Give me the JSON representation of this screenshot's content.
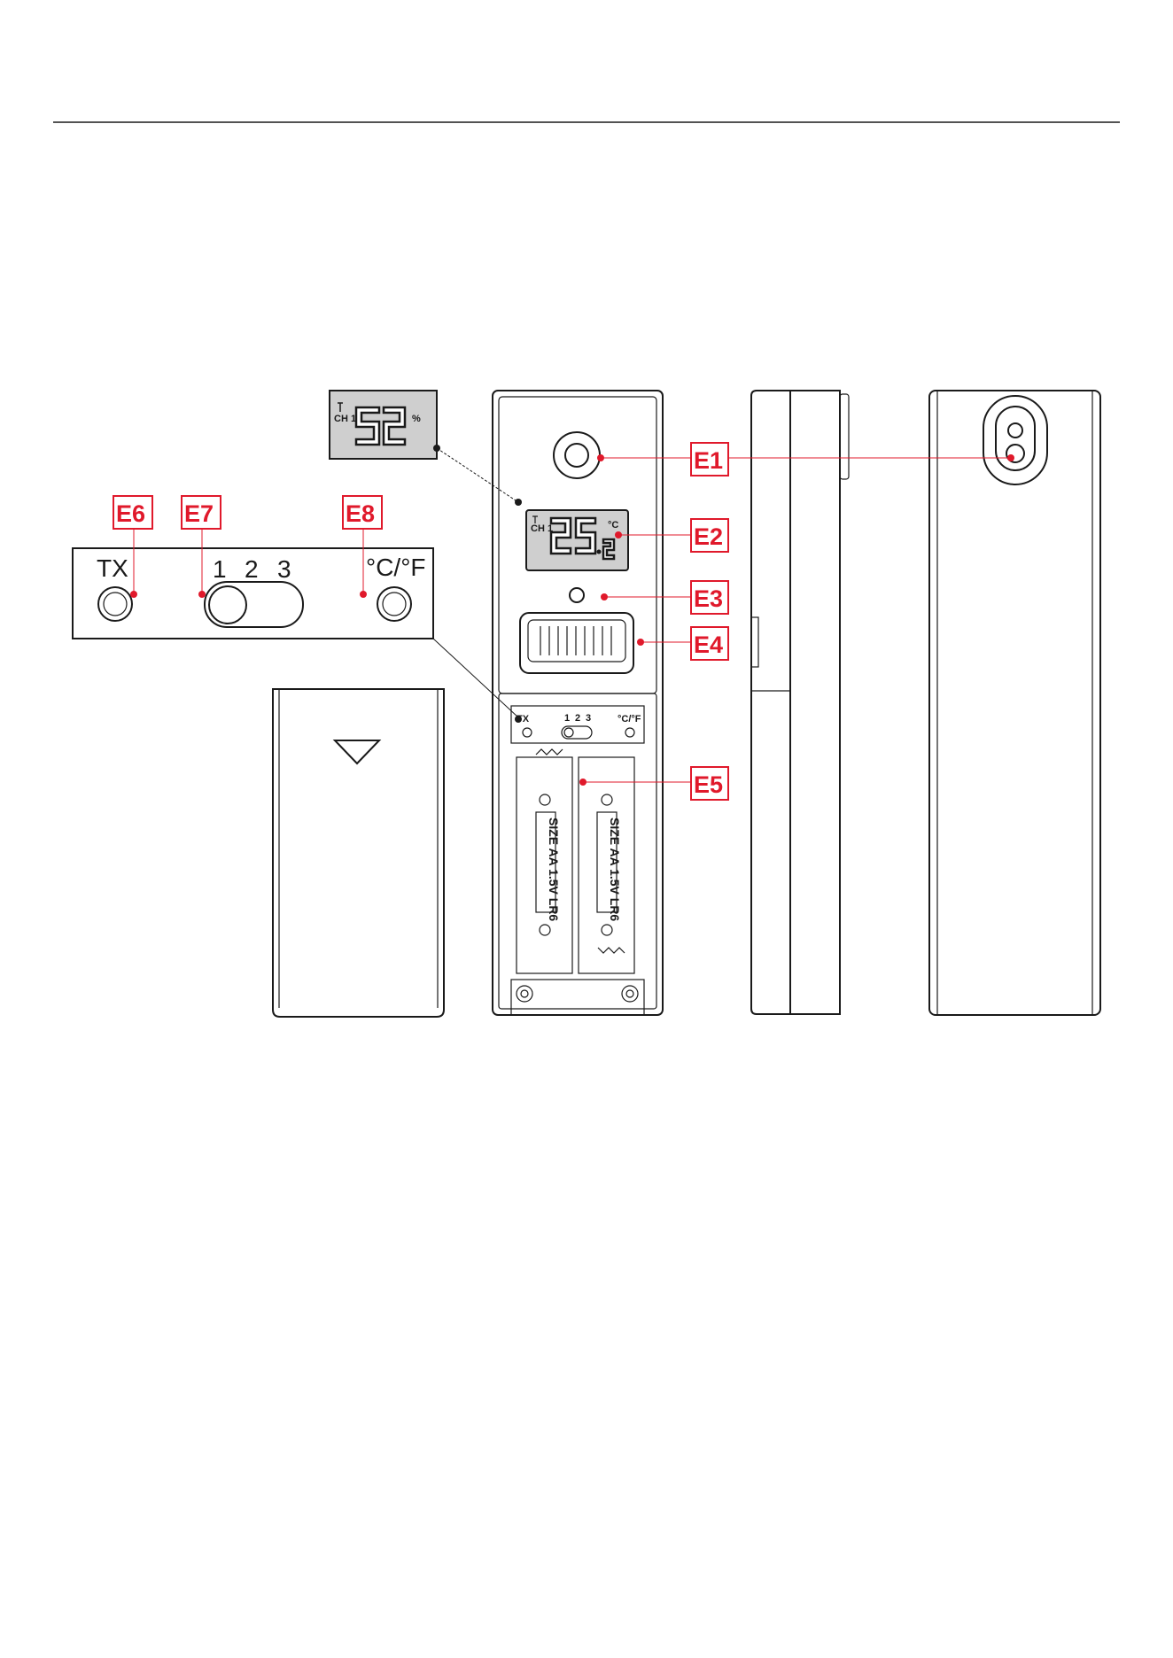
{
  "callouts": {
    "e1": "E1",
    "e2": "E2",
    "e3": "E3",
    "e4": "E4",
    "e5": "E5",
    "e6": "E6",
    "e7": "E7",
    "e8": "E8"
  },
  "panel_labels": {
    "tx": "TX",
    "ch1": "1",
    "ch2": "2",
    "ch3": "3",
    "unit": "°C/°F"
  },
  "humidity_display": {
    "value": "52",
    "unit": "%",
    "channel": "CH 1"
  },
  "temperature_display": {
    "value": "25",
    "decimal": "2",
    "unit": "°C",
    "channel": "CH 1"
  },
  "battery": {
    "label": "SIZE AA 1.5V LR6",
    "plus": "⊕",
    "minus": "⊖"
  },
  "colors": {
    "callout": "#e0192b",
    "lcd": "#cfcfcf",
    "line": "#1a1a1a"
  }
}
